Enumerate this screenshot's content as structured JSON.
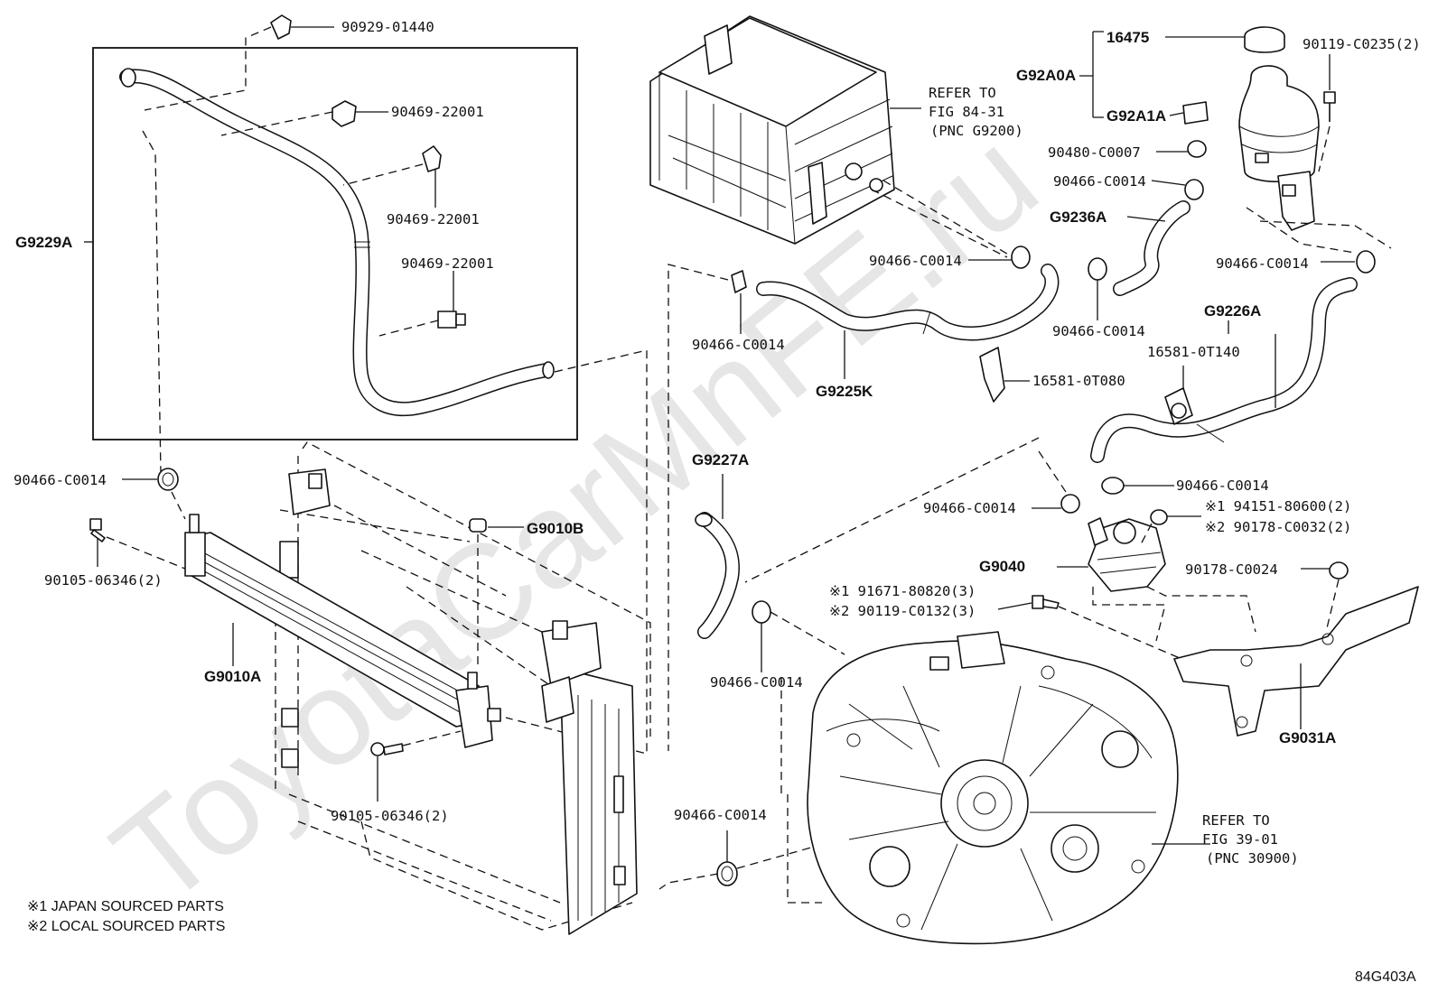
{
  "watermark": "ToyotaCarMnFE.ru",
  "figure_code": "84G403A",
  "notes": [
    "※1 JAPAN SOURCED PARTS",
    "※2 LOCAL SOURCED PARTS"
  ],
  "labels": {
    "p90929_01440": "90929-01440",
    "p90469_22001_a": "90469-22001",
    "p90469_22001_b": "90469-22001",
    "p90469_22001_c": "90469-22001",
    "g9229a": "G9229A",
    "p90466_c0014_left": "90466-C0014",
    "p90105_06346_a": "90105-06346(2)",
    "p90105_06346_b": "90105-06346(2)",
    "g9010b": "G9010B",
    "g9010a": "G9010A",
    "refer_84_1": "REFER TO",
    "refer_84_2": "FIG 84-31",
    "refer_84_3": "(PNC G9200)",
    "p16475": "16475",
    "g92a0a": "G92A0A",
    "g92a1a": "G92A1A",
    "p90119_c0235": "90119-C0235(2)",
    "p90480_c0007": "90480-C0007",
    "p90466_c0014_res": "90466-C0014",
    "g9236a": "G9236A",
    "p90466_c0014_inv": "90466-C0014",
    "p90466_c0014_right": "90466-C0014",
    "p90466_c0014_mid": "90466-C0014",
    "p90466_c0014_g9225": "90466-C0014",
    "g9226a": "G9226A",
    "p16581_0t140": "16581-0T140",
    "p16581_0t080": "16581-0T080",
    "g9225k": "G9225K",
    "g9227a": "G9227A",
    "p90466_c0014_pump_r": "90466-C0014",
    "p90466_c0014_pump_l": "90466-C0014",
    "p94151_80600": "※1 94151-80600(2)",
    "p90178_c0032": "※2 90178-C0032(2)",
    "g9040": "G9040",
    "p90178_c0024": "90178-C0024",
    "p91671_80820": "※1 91671-80820(3)",
    "p90119_c0132": "※2 90119-C0132(3)",
    "p90466_c0014_g9227": "90466-C0014",
    "g9031a": "G9031A",
    "p90466_c0014_bottom": "90466-C0014",
    "refer_39_1": "REFER TO",
    "refer_39_2": "FIG 39-01",
    "refer_39_3": "(PNC 30900)"
  }
}
